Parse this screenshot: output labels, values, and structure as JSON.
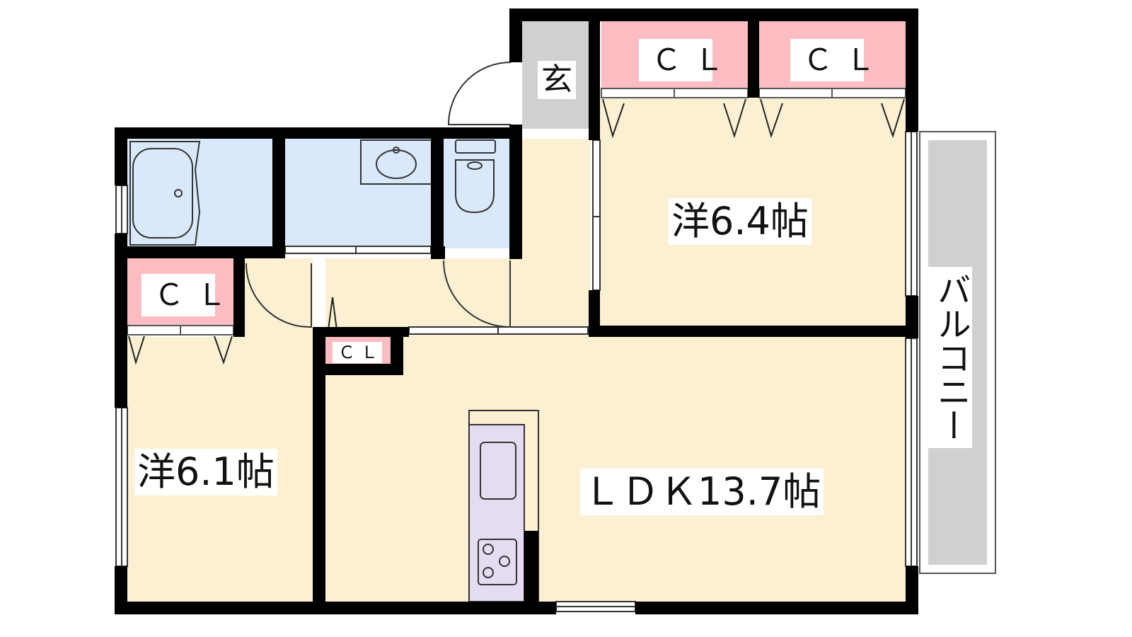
{
  "floor_plan": {
    "rooms": {
      "western_room_1": "洋6.4帖",
      "western_room_2": "洋6.1帖",
      "ldk": "ＬＤＫ13.7帖",
      "entrance": "玄",
      "balcony": "バルコニー"
    },
    "closets": {
      "closet_1": "ＣＬ",
      "closet_2": "ＣＬ",
      "closet_3": "ＣＬ",
      "closet_4": "ＣＬ"
    }
  },
  "colors": {
    "wall": "#000000",
    "floor": "#fcf0d2",
    "wet_area": "#d9e9fb",
    "closet": "#fbbcc2",
    "kitchen": "#e5dcf2",
    "entrance": "#d0d0d0",
    "balcony": "#d0d0d0"
  }
}
